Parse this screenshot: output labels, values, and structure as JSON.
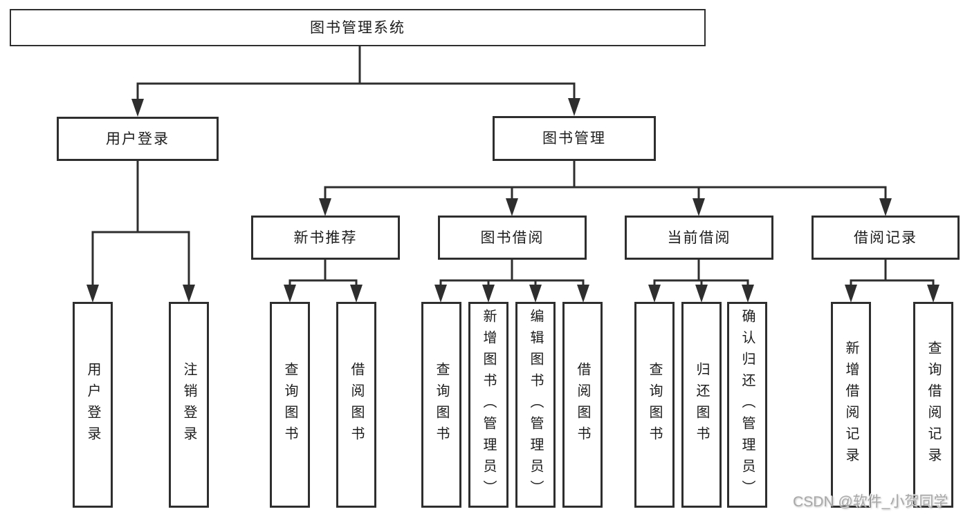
{
  "diagram": {
    "root": {
      "label": "图书管理系统"
    },
    "level2": [
      {
        "label": "用户登录"
      },
      {
        "label": "图书管理"
      }
    ],
    "level3": [
      {
        "label": "新书推荐"
      },
      {
        "label": "图书借阅"
      },
      {
        "label": "当前借阅"
      },
      {
        "label": "借阅记录"
      }
    ],
    "leaves": {
      "user_login": [
        "用户登录",
        "注销登录"
      ],
      "new_book_recommend": [
        "查询图书",
        "借阅图书"
      ],
      "book_borrow": [
        "查询图书",
        "新增图书（管理员）",
        "编辑图书（管理员）",
        "借阅图书"
      ],
      "current_borrow": [
        "查询图书",
        "归还图书",
        "确认归还（管理员）"
      ],
      "borrow_records": [
        "新增借阅记录",
        "查询借阅记录"
      ]
    }
  },
  "watermark": "CSDN @软件_小贺同学",
  "colors": {
    "line": "#2e2e2e",
    "border": "#2e2e2e",
    "text": "#1c1c1c",
    "watermark": "#a8a8a8",
    "background": "#ffffff"
  }
}
